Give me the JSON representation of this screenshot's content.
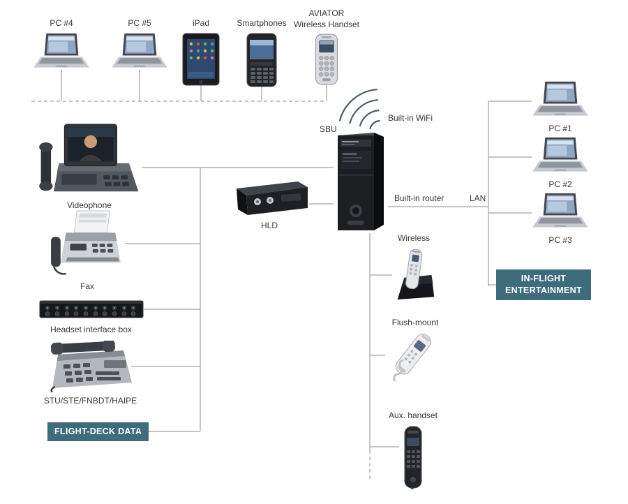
{
  "colors": {
    "accent_teal": "#3f6c7c",
    "wire_gray": "#9da1a5",
    "wifi_arc": "#4a5d68",
    "label_text": "#373737"
  },
  "top_devices": [
    {
      "label": "PC #4",
      "icon": "laptop-icon"
    },
    {
      "label": "PC #5",
      "icon": "laptop-icon"
    },
    {
      "label": "iPad",
      "icon": "tablet-icon"
    },
    {
      "label": "Smartphones",
      "icon": "smartphone-icon"
    },
    {
      "label": "AVIATOR\nWireless Handset",
      "icon": "wireless-handset-icon"
    }
  ],
  "left_devices": [
    {
      "label": "Videophone",
      "icon": "videophone-icon"
    },
    {
      "label": "Fax",
      "icon": "fax-icon"
    },
    {
      "label": "Headset interface box",
      "icon": "headset-interface-box-icon"
    },
    {
      "label": "STU/STE/FNBDT/HAIPE",
      "icon": "secure-phone-icon"
    }
  ],
  "center": {
    "sbu": "SBU",
    "wifi": "Built-in WiFi",
    "hld": "HLD",
    "router": "Built-in router",
    "lan": "LAN"
  },
  "right_devices": [
    {
      "label": "PC #1",
      "icon": "laptop-icon"
    },
    {
      "label": "PC #2",
      "icon": "laptop-icon"
    },
    {
      "label": "PC #3",
      "icon": "laptop-icon"
    }
  ],
  "cabin_devices": [
    {
      "label": "Wireless",
      "icon": "cordless-phone-icon"
    },
    {
      "label": "Flush-mount",
      "icon": "flush-mount-handset-icon"
    },
    {
      "label": "Aux. handset",
      "icon": "aux-handset-icon"
    }
  ],
  "badges": {
    "flight_deck": "FLIGHT-DECK DATA",
    "ife": "IN-FLIGHT\nENTERTAINMENT"
  }
}
